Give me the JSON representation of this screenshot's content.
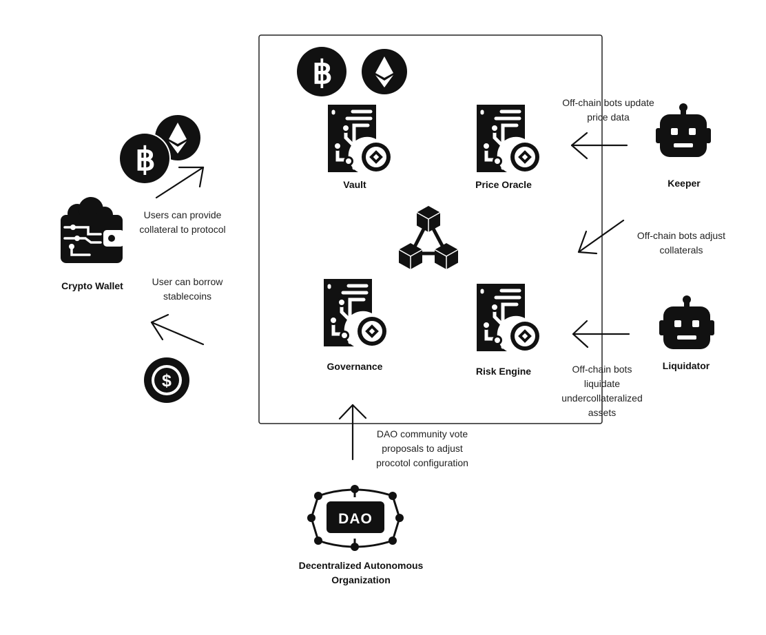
{
  "components": {
    "vault": "Vault",
    "price_oracle": "Price Oracle",
    "governance": "Governance",
    "risk_engine": "Risk Engine"
  },
  "actors": {
    "keeper": "Keeper",
    "liquidator": "Liquidator",
    "crypto_wallet": "Crypto Wallet",
    "dao_name_line1": "Decentralized Autonomous",
    "dao_name_line2": "Organization",
    "dao_badge": "DAO"
  },
  "notes": {
    "keeper_line1": "Off-chain bots update",
    "keeper_line2": "price data",
    "adjust_line1": "Off-chain bots adjust",
    "adjust_line2": "collaterals",
    "liq_line1": "Off-chain bots",
    "liq_line2": "liquidate",
    "liq_line3": "undercollateralized",
    "liq_line4": "assets",
    "provide_line1": "Users can provide",
    "provide_line2": "collateral to protocol",
    "borrow_line1": "User can borrow",
    "borrow_line2": "stablecoins",
    "dao_line1": "DAO community vote",
    "dao_line2": "proposals to adjust",
    "dao_line3": "procotol configuration"
  }
}
